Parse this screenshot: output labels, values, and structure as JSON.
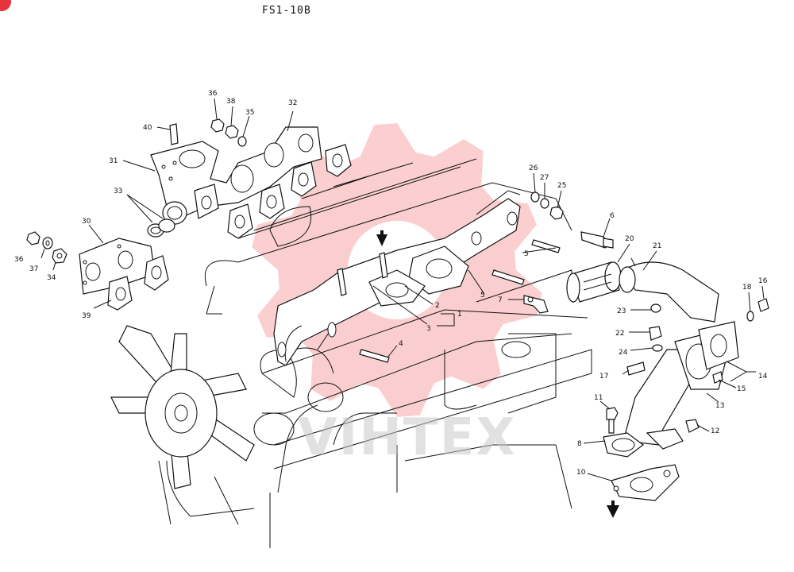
{
  "title": "FS1-10B",
  "watermark": {
    "text": "VIHTEX",
    "gear_color": "#f26a6a"
  },
  "callouts": [
    {
      "id": "c1",
      "label": "1"
    },
    {
      "id": "c2",
      "label": "2"
    },
    {
      "id": "c3",
      "label": "3"
    },
    {
      "id": "c4",
      "label": "4"
    },
    {
      "id": "c5a",
      "label": "5"
    },
    {
      "id": "c5b",
      "label": "5"
    },
    {
      "id": "c6",
      "label": "6"
    },
    {
      "id": "c7",
      "label": "7"
    },
    {
      "id": "c8",
      "label": "8"
    },
    {
      "id": "c10",
      "label": "10"
    },
    {
      "id": "c11",
      "label": "11"
    },
    {
      "id": "c12",
      "label": "12"
    },
    {
      "id": "c13",
      "label": "13"
    },
    {
      "id": "c14",
      "label": "14"
    },
    {
      "id": "c15",
      "label": "15"
    },
    {
      "id": "c16",
      "label": "16"
    },
    {
      "id": "c17",
      "label": "17"
    },
    {
      "id": "c18",
      "label": "18"
    },
    {
      "id": "c20",
      "label": "20"
    },
    {
      "id": "c21",
      "label": "21"
    },
    {
      "id": "c22",
      "label": "22"
    },
    {
      "id": "c23",
      "label": "23"
    },
    {
      "id": "c24",
      "label": "24"
    },
    {
      "id": "c25",
      "label": "25"
    },
    {
      "id": "c26",
      "label": "26"
    },
    {
      "id": "c27",
      "label": "27"
    },
    {
      "id": "c30",
      "label": "30"
    },
    {
      "id": "c31",
      "label": "31"
    },
    {
      "id": "c32",
      "label": "32"
    },
    {
      "id": "c33",
      "label": "33"
    },
    {
      "id": "c34",
      "label": "34"
    },
    {
      "id": "c35",
      "label": "35"
    },
    {
      "id": "c36a",
      "label": "36"
    },
    {
      "id": "c36b",
      "label": "36"
    },
    {
      "id": "c37",
      "label": "37"
    },
    {
      "id": "c38",
      "label": "38"
    },
    {
      "id": "c39",
      "label": "39"
    },
    {
      "id": "c40",
      "label": "40"
    }
  ],
  "colors": {
    "line": "#111111",
    "badge": "#e8323c"
  }
}
